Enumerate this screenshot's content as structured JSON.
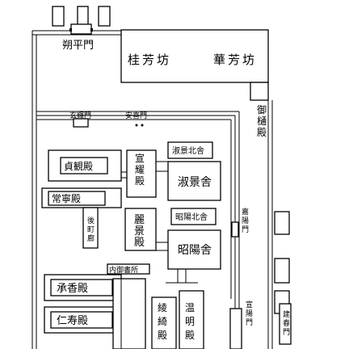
{
  "labels": {
    "sakuhei_mon": "朔平門",
    "kei_hou_bou": "桂芳坊",
    "ka_hou_bou": "華芳坊",
    "gyo_hi_den": "御樋殿",
    "gen_ki_mon": "玄輝門",
    "an_ki_mon": "安喜門",
    "shuku_kei_hoku_sha": "淑景北舎",
    "shuku_kei_sha": "淑景舎",
    "jou_gan_den": "貞観殿",
    "sen_you_den": "宣耀殿",
    "jou_nei_den": "常寧殿",
    "kou_chou_rou": "後町廊",
    "rei_kei_den": "麗景殿",
    "shou_you_hoku_sha": "昭陽北舎",
    "shou_you_sha": "昭陽舎",
    "ka_you_mon": "嘉陽門",
    "nai_gosho_dokoro": "内御書所",
    "shou_kyou_den": "承香殿",
    "jin_ju_den": "仁寿殿",
    "ryou_ki_den": "綾綺殿",
    "on_mei_den": "温明殿",
    "sen_you_mon": "宣陽門",
    "ken_shun_mon": "建春門"
  }
}
